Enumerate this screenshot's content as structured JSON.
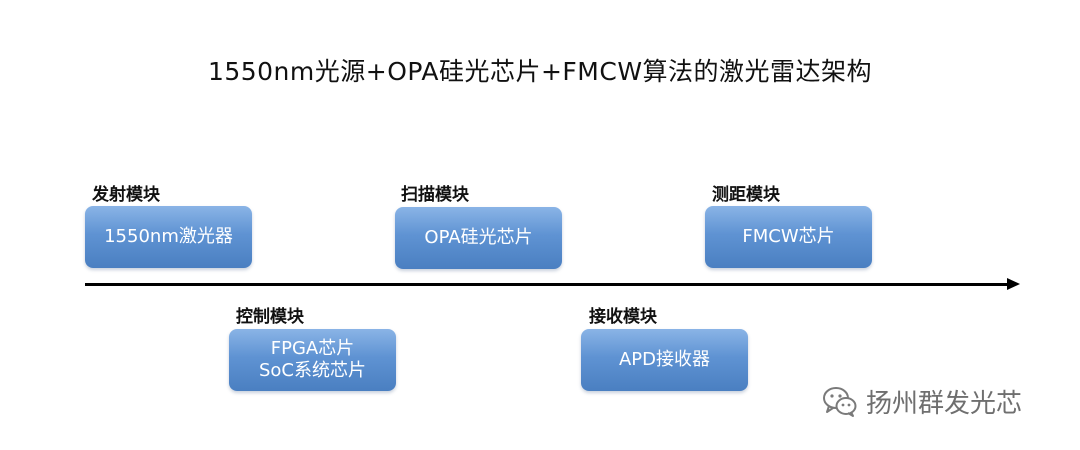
{
  "title": "1550nm光源+OPA硅光芯片+FMCW算法的激光雷达架构",
  "modules": {
    "transmit": {
      "label": "发射模块",
      "box": "1550nm激光器"
    },
    "scan": {
      "label": "扫描模块",
      "box": "OPA硅光芯片"
    },
    "ranging": {
      "label": "测距模块",
      "box": "FMCW芯片"
    },
    "control": {
      "label": "控制模块",
      "box_line1": "FPGA芯片",
      "box_line2": "SoC系统芯片"
    },
    "receive": {
      "label": "接收模块",
      "box": "APD接收器"
    }
  },
  "watermark": {
    "icon": "wechat-icon",
    "text": "扬州群发光芯"
  },
  "colors": {
    "box_top": "#8ab4e6",
    "box_bottom": "#4a7fc1",
    "box_text": "#ffffff",
    "axis": "#000000"
  }
}
